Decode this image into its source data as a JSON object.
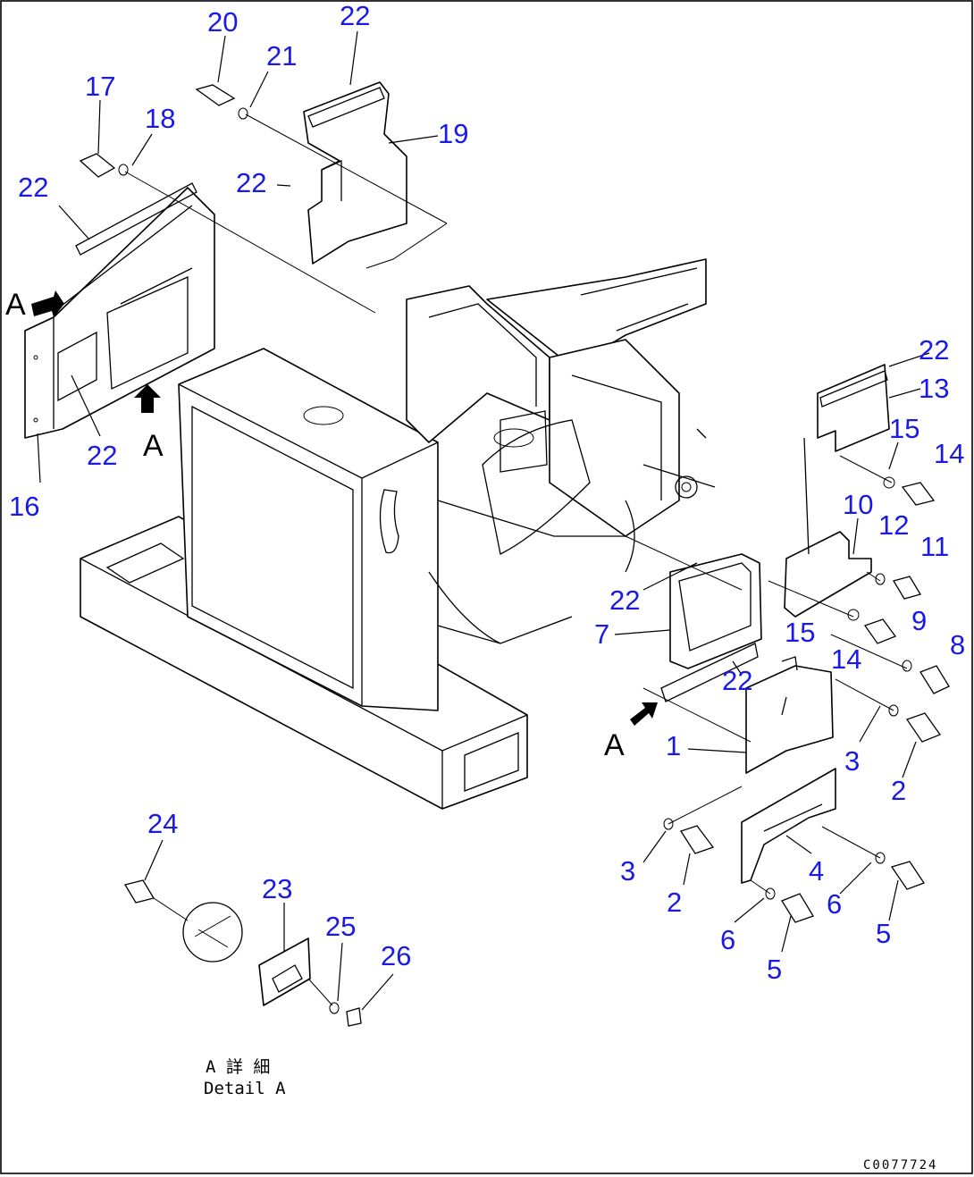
{
  "diagram": {
    "callouts": [
      {
        "id": "c1",
        "text": "1"
      },
      {
        "id": "c2a",
        "text": "2"
      },
      {
        "id": "c2b",
        "text": "2"
      },
      {
        "id": "c3a",
        "text": "3"
      },
      {
        "id": "c3b",
        "text": "3"
      },
      {
        "id": "c4",
        "text": "4"
      },
      {
        "id": "c5a",
        "text": "5"
      },
      {
        "id": "c5b",
        "text": "5"
      },
      {
        "id": "c6a",
        "text": "6"
      },
      {
        "id": "c6b",
        "text": "6"
      },
      {
        "id": "c7",
        "text": "7"
      },
      {
        "id": "c8",
        "text": "8"
      },
      {
        "id": "c9",
        "text": "9"
      },
      {
        "id": "c10",
        "text": "10"
      },
      {
        "id": "c11",
        "text": "11"
      },
      {
        "id": "c12",
        "text": "12"
      },
      {
        "id": "c13",
        "text": "13"
      },
      {
        "id": "c14a",
        "text": "14"
      },
      {
        "id": "c14b",
        "text": "14"
      },
      {
        "id": "c15a",
        "text": "15"
      },
      {
        "id": "c15b",
        "text": "15"
      },
      {
        "id": "c16",
        "text": "16"
      },
      {
        "id": "c17",
        "text": "17"
      },
      {
        "id": "c18",
        "text": "18"
      },
      {
        "id": "c19",
        "text": "19"
      },
      {
        "id": "c20",
        "text": "20"
      },
      {
        "id": "c21",
        "text": "21"
      },
      {
        "id": "c22a",
        "text": "22"
      },
      {
        "id": "c22b",
        "text": "22"
      },
      {
        "id": "c22c",
        "text": "22"
      },
      {
        "id": "c22d",
        "text": "22"
      },
      {
        "id": "c22e",
        "text": "22"
      },
      {
        "id": "c22f",
        "text": "22"
      },
      {
        "id": "c22g",
        "text": "22"
      },
      {
        "id": "c23",
        "text": "23"
      },
      {
        "id": "c24",
        "text": "24"
      },
      {
        "id": "c25",
        "text": "25"
      },
      {
        "id": "c26",
        "text": "26"
      }
    ],
    "view_markers": {
      "a1": "A",
      "a2": "A",
      "a3": "A"
    },
    "detail_label": {
      "japanese": "A 詳 細",
      "english": "Detail A"
    },
    "drawing_code": "C0077724"
  }
}
